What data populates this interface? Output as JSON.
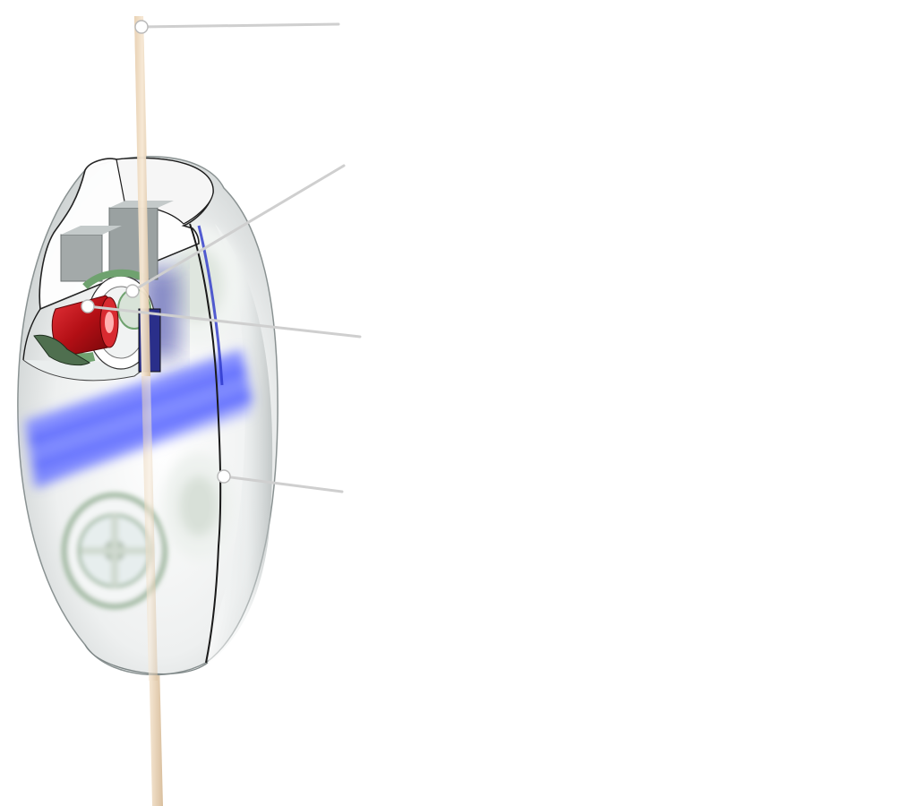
{
  "diagram": {
    "callouts": [
      {
        "id": "callout-rod"
      },
      {
        "id": "callout-wheel"
      },
      {
        "id": "callout-motor"
      },
      {
        "id": "callout-shell-seam"
      }
    ]
  },
  "colors": {
    "background": "#ffffff",
    "rod": "#f0dcc2",
    "rod_shadow": "#d8bfa0",
    "shell": "#e9ecec",
    "shell_edge": "#7d8686",
    "battery": "#4e5cff",
    "motor": "#c0141a",
    "gear": "#6fa26f",
    "mount_block": "#a3a9a9",
    "leader_line": "#cfcfcf"
  }
}
